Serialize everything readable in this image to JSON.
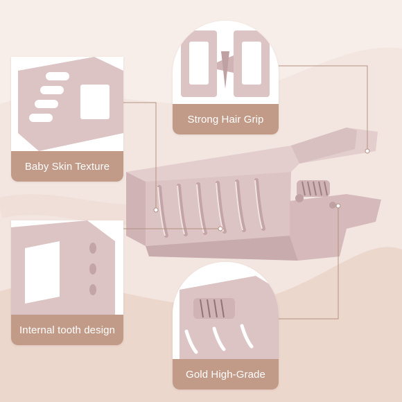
{
  "colors": {
    "background": "#f3e6e0",
    "wave": "#ecd7cd",
    "label_bg": "#c19a88",
    "label_text": "#ffffff",
    "product": "#dcc3c4",
    "product_shadow": "#c3a4a7",
    "leader": "#b39182"
  },
  "callouts": {
    "grip": {
      "label": "Strong Hair Grip",
      "icon": "claw-clip-top-view-icon"
    },
    "texture": {
      "label": "Baby Skin Texture",
      "icon": "claw-clip-slots-icon"
    },
    "tooth": {
      "label": "Internal tooth design",
      "icon": "claw-clip-teeth-icon"
    },
    "gold": {
      "label": "Gold High-Grade",
      "icon": "claw-clip-spring-icon"
    }
  },
  "product": {
    "icon": "hair-claw-clip-icon"
  }
}
